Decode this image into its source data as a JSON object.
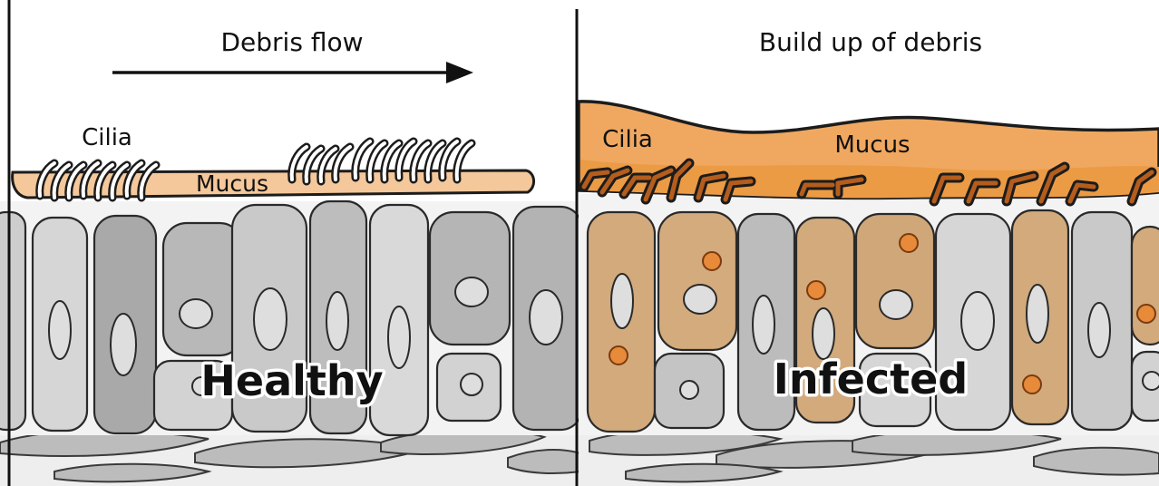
{
  "healthy": {
    "arrow_label": "Debris flow",
    "cilia_label": "Cilia",
    "mucus_label": "Mucus",
    "state_label": "Healthy"
  },
  "infected": {
    "title": "Build up of debris",
    "cilia_label": "Cilia",
    "mucus_label": "Mucus",
    "state_label": "Infected"
  },
  "colors": {
    "cell_light": "#d3d3d3",
    "cell_mid": "#bdbdbd",
    "cell_dark": "#a9a9a9",
    "infected_cell": "#d2aa7c",
    "mucus_light": "#f4c89a",
    "mucus_dark": "#ec9b45",
    "bacteria": "#e78a3a",
    "cilia_dark": "#b45d1d",
    "outline": "#1c1c1c"
  }
}
